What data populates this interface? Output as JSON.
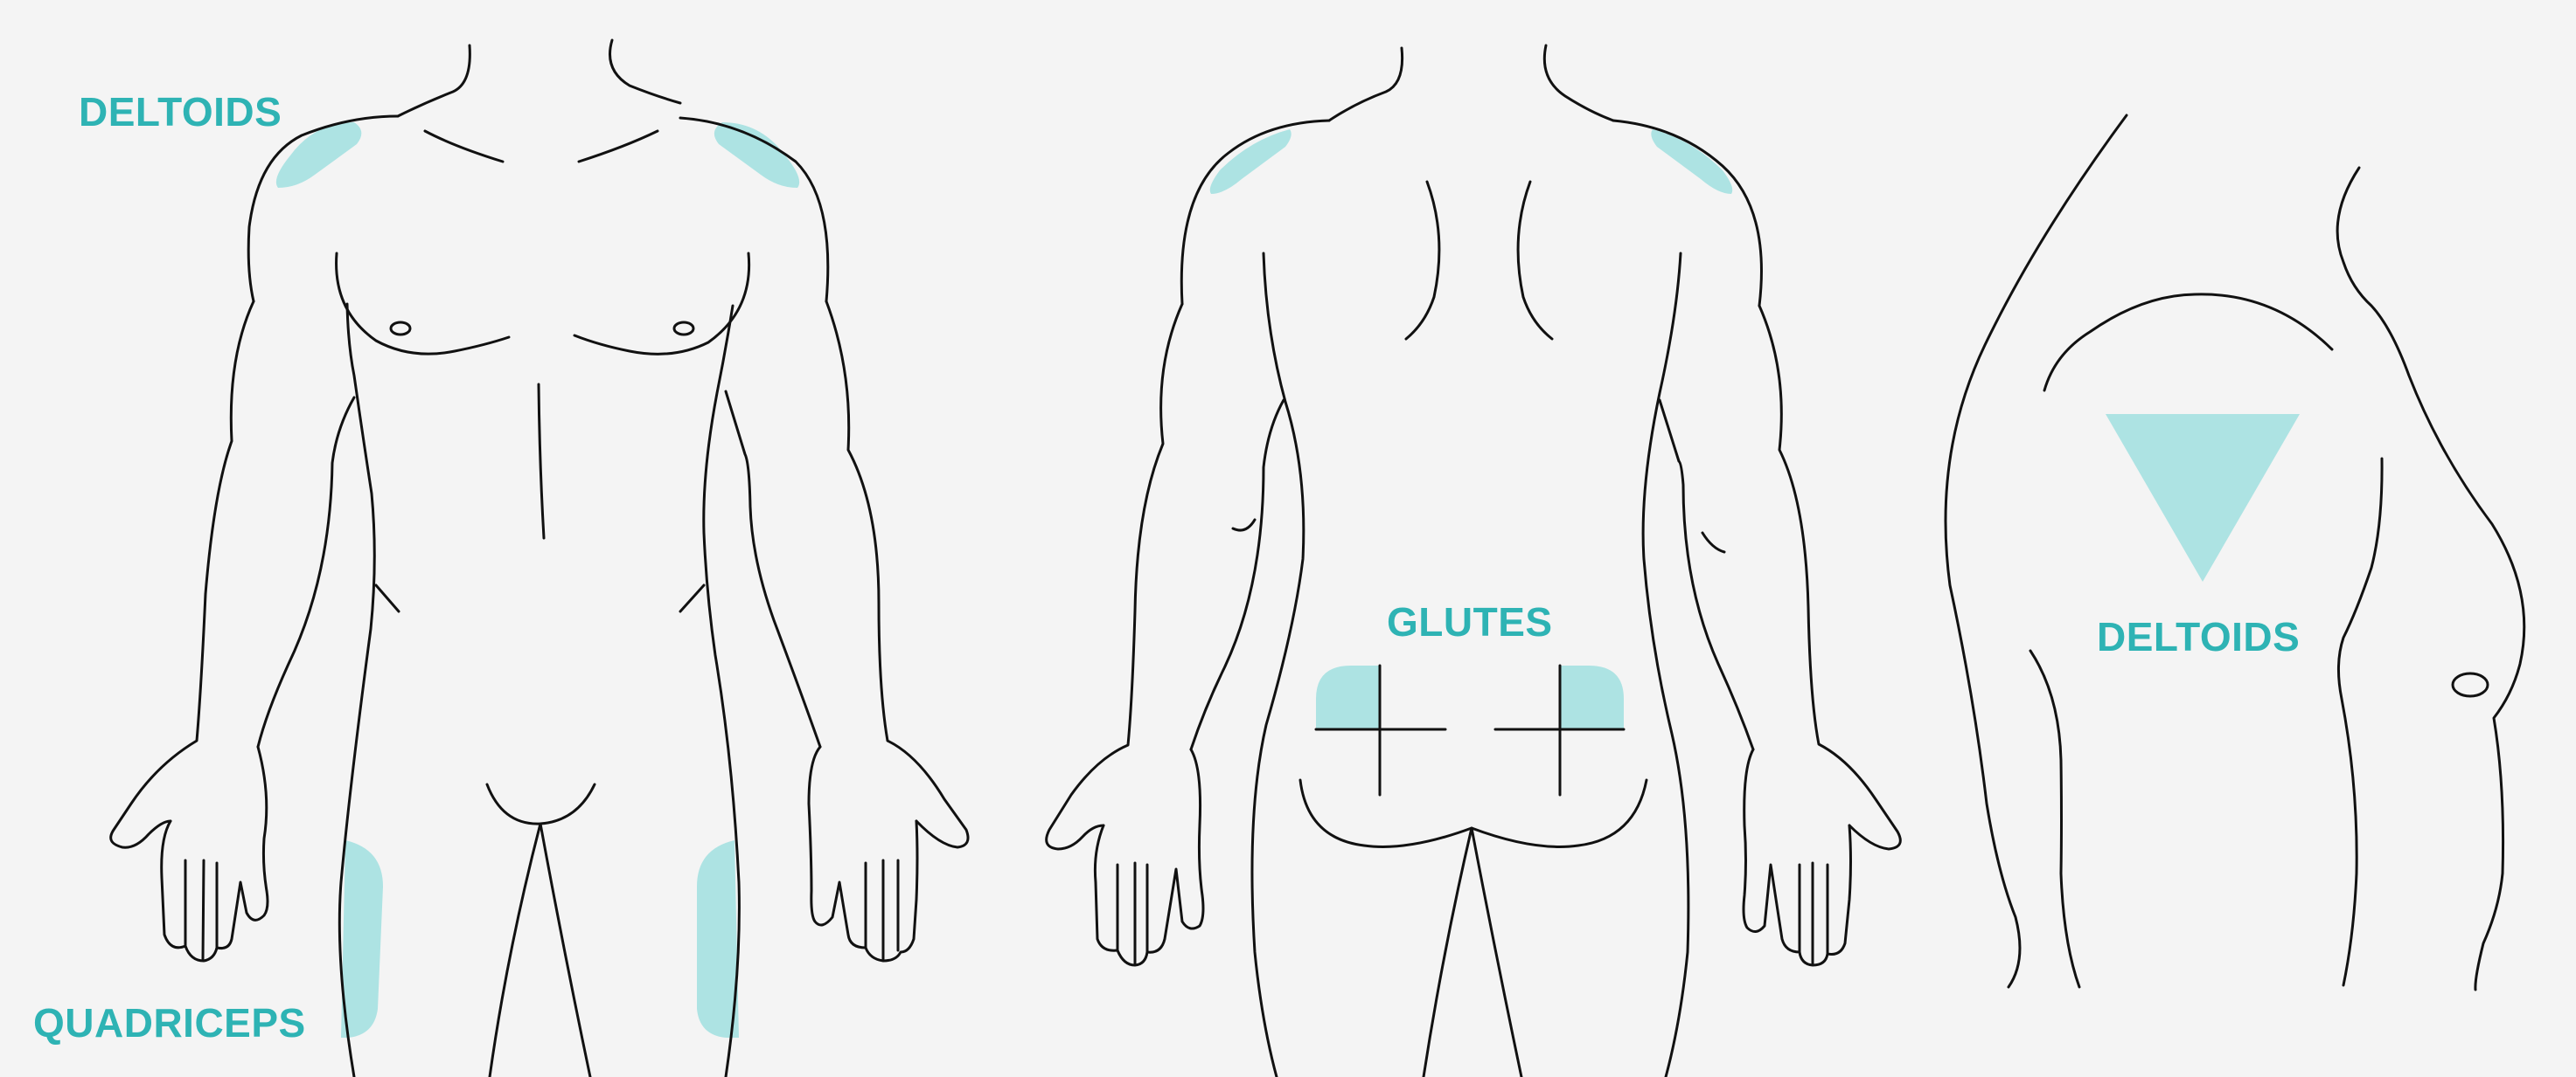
{
  "labels": {
    "front_deltoids": "DELTOIDS",
    "front_quadriceps": "QUADRICEPS",
    "back_glutes": "GLUTES",
    "side_deltoids": "DELTOIDS"
  },
  "colors": {
    "background": "#f4f4f4",
    "outline": "#111111",
    "highlight": "#ade3e3",
    "label": "#2eb3b4"
  }
}
